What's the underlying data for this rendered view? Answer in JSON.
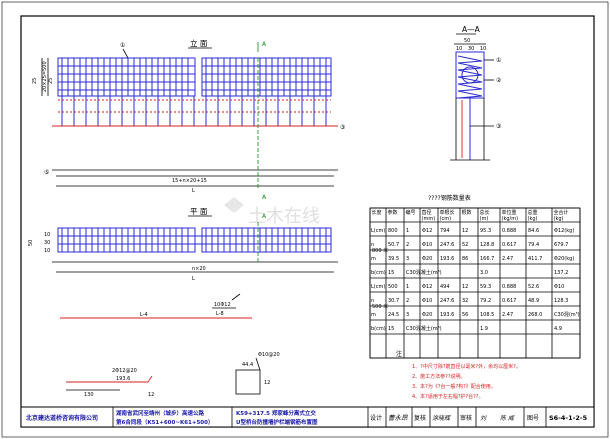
{
  "elevation": {
    "title": "立 面",
    "section_mark": "A",
    "bar_callouts": [
      "①",
      "③"
    ],
    "bottom_callout": "⑤",
    "dim_total": "15+n×20+15",
    "dim_L": "L",
    "left_dims": [
      "25",
      "20×25=500",
      "25"
    ]
  },
  "section": {
    "title": "A—A",
    "width_dim": "50",
    "sub_dims": [
      "10",
      "30",
      "10"
    ],
    "callouts": [
      "①",
      "②",
      "③"
    ]
  },
  "plan": {
    "title": "平 面",
    "section_mark": "A",
    "left_dim": "50",
    "sub_dims": [
      "10",
      "30",
      "10"
    ],
    "dim_total": "n×20",
    "dim_L": "L"
  },
  "details": {
    "bar4_label": "L-4",
    "bar5_label": "10Φ12",
    "bar5_len": "L-8",
    "bar2_label": "2Φ12@20",
    "bar2_len": "193.6",
    "bar2_dims": [
      "130",
      "12"
    ],
    "stirrup_dims": [
      "44.4",
      "12"
    ],
    "stirrup_label": "Φ10@20"
  },
  "table": {
    "title": "????钢筋数量表",
    "headers": [
      "长度",
      "参数",
      "编号",
      "直径",
      "单根长",
      "根数",
      "总长",
      "单位重",
      "总重",
      "全合计"
    ],
    "unit_row": [
      "",
      "",
      "",
      "(mm)",
      "(cm)",
      "",
      "(m)",
      "(kg/m)",
      "(kg)",
      "(kg)"
    ],
    "groups": [
      {
        "label": "800 米",
        "rows": [
          [
            "L(cm)",
            "800",
            "1",
            "Φ12",
            "794",
            "12",
            "95.3",
            "0.888",
            "84.6",
            "Φ12(kg)"
          ],
          [
            "n",
            "50.7",
            "2",
            "Φ10",
            "247.6",
            "52",
            "128.8",
            "0.617",
            "79.4",
            "679.7"
          ],
          [
            "m",
            "39.5",
            "3",
            "Φ20",
            "193.6",
            "86",
            "166.7",
            "2.47",
            "411.7",
            "Φ20(kg)"
          ],
          [
            "b(cm)",
            "15",
            "C30混凝土(m³)",
            "",
            "",
            "",
            "3.0",
            "",
            "",
            "137.2"
          ]
        ]
      },
      {
        "label": "500 米",
        "rows": [
          [
            "L(cm)",
            "500",
            "1",
            "Φ12",
            "494",
            "12",
            "59.3",
            "0.888",
            "52.6",
            "Φ10"
          ],
          [
            "n",
            "30.7",
            "2",
            "Φ10",
            "247.6",
            "32",
            "79.2",
            "0.617",
            "48.9",
            "128.3"
          ],
          [
            "m",
            "24.5",
            "3",
            "Φ20",
            "193.6",
            "56",
            "108.5",
            "2.47",
            "268.0",
            "C30混(m³)"
          ],
          [
            "b(cm)",
            "15",
            "C30混凝土(m³)",
            "",
            "",
            "",
            "1.9",
            "",
            "",
            "4.9"
          ]
        ]
      }
    ]
  },
  "notes": {
    "heading": "注",
    "items": [
      "1、?中尺寸除?筋直径以毫米?外，余均以厘米?。",
      "2、施工方法参??说明。",
      "3、本?为《?台一般?构?》配合使用。",
      "4、本?适用于左右幅?护?台??。"
    ]
  },
  "title_block": {
    "company": "北京建达道桥咨询有限公司",
    "project": "湖南省武冈至靖州（城步）高速公路",
    "project_sub": "第6合同段（K51+600~K61+500）",
    "drawing_title": "K59+317.5 郑家峰分离式立交",
    "drawing_title_sub": "U型桥台防撞墙护栏端钢筋布置图",
    "design_label": "设计",
    "design_sig": "曹永昂",
    "review_label": "复核",
    "review_sig": "涂晓辉",
    "check_label": "审核",
    "check_sig": "刘  ",
    "approve_sig": "陈 威",
    "fig_label": "图号",
    "fig_no": "S6-4-1-2-5"
  },
  "watermark": "土木在线",
  "colors": {
    "rebar": "#2a2ad4",
    "dimension": "#d42020",
    "frame": "#000000"
  }
}
